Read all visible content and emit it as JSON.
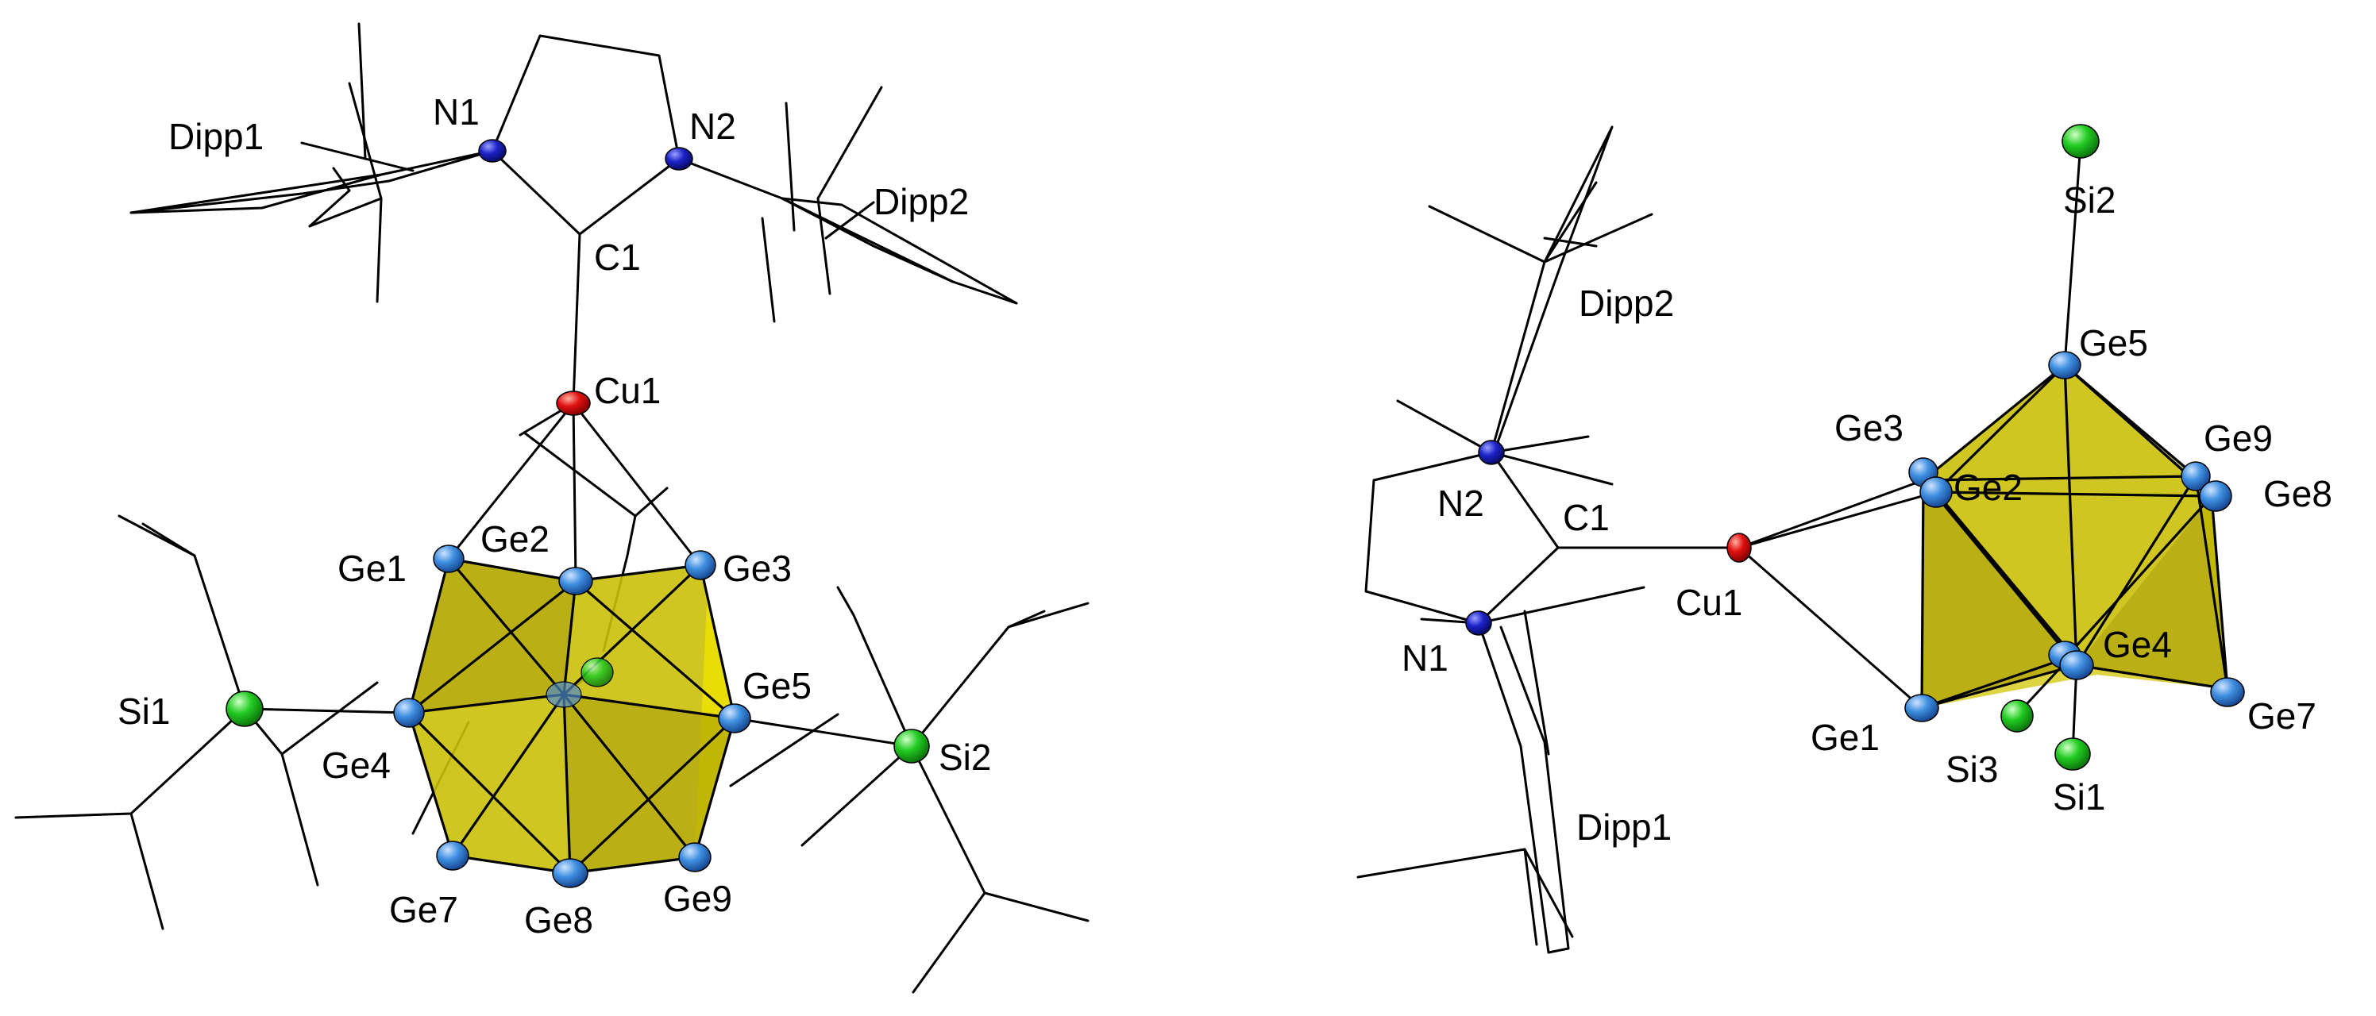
{
  "colors": {
    "germanium": "#3f8fe0",
    "nitrogen": "#1c22c8",
    "copper": "#e01010",
    "silicon": "#22cc22",
    "cluster_fill": "#c8be00"
  },
  "left_structure": {
    "labels": {
      "n1": "N1",
      "n2": "N2",
      "c1": "C1",
      "cu1": "Cu1",
      "dipp1": "Dipp1",
      "dipp2": "Dipp2",
      "ge1": "Ge1",
      "ge2": "Ge2",
      "ge3": "Ge3",
      "ge4": "Ge4",
      "ge5": "Ge5",
      "ge7": "Ge7",
      "ge8": "Ge8",
      "ge9": "Ge9",
      "si1": "Si1",
      "si2": "Si2"
    }
  },
  "right_structure": {
    "labels": {
      "n1": "N1",
      "n2": "N2",
      "c1": "C1",
      "cu1": "Cu1",
      "dipp1": "Dipp1",
      "dipp2": "Dipp2",
      "ge1": "Ge1",
      "ge2": "Ge2",
      "ge3": "Ge3",
      "ge4": "Ge4",
      "ge5": "Ge5",
      "ge7": "Ge7",
      "ge8": "Ge8",
      "ge9": "Ge9",
      "si1": "Si1",
      "si2": "Si2",
      "si3": "Si3"
    }
  }
}
